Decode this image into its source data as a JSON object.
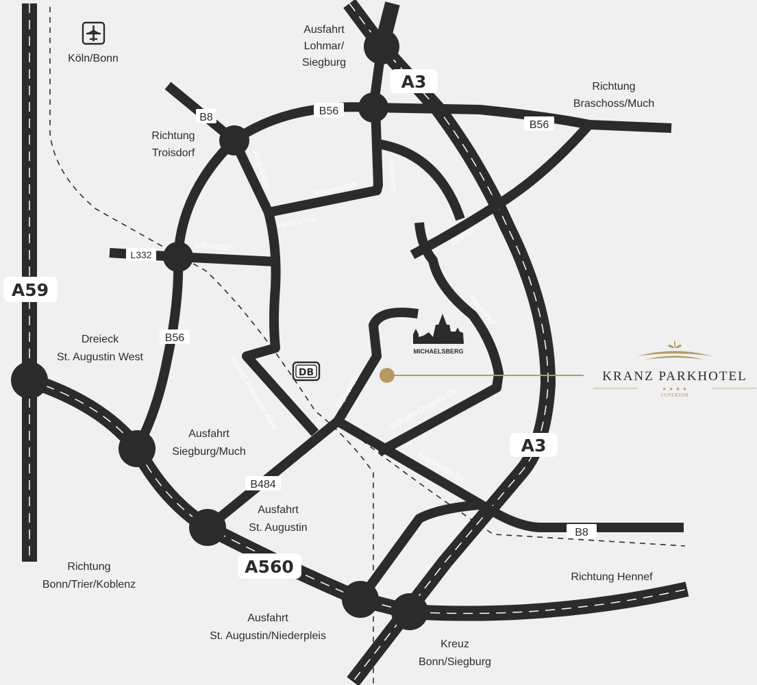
{
  "map": {
    "colors": {
      "background": "#f0f0f0",
      "road": "#2b2b2b",
      "centerline": "#ffffff",
      "rail": "#2b2b2b",
      "hotel_accent": "#b59a62"
    },
    "places": {
      "airport": "Köln/Bonn",
      "lohmar_1": "Ausfahrt",
      "lohmar_2": "Lohmar/",
      "lohmar_3": "Siegburg",
      "braschoss_1": "Richtung",
      "braschoss_2": "Braschoss/Much",
      "troisdorf_1": "Richtung",
      "troisdorf_2": "Troisdorf",
      "dreieck_1": "Dreieck",
      "dreieck_2": "St. Augustin West",
      "siegburg_much_1": "Ausfahrt",
      "siegburg_much_2": "Siegburg/Much",
      "st_augustin_1": "Ausfahrt",
      "st_augustin_2": "St. Augustin",
      "bonn_1": "Richtung",
      "bonn_2": "Bonn/Trier/Koblenz",
      "niederpleis_1": "Ausfahrt",
      "niederpleis_2": "St. Augustin/Niederpleis",
      "kreuz_1": "Kreuz",
      "kreuz_2": "Bonn/Siegburg",
      "hennef": "Richtung Hennef"
    },
    "streets": {
      "augustastr": "Augustastr.",
      "johannesstr": "Johannesstr.",
      "aulgasse": "Aulgasse",
      "heinrichstr": "Heinrichstr.",
      "wilhelmstr": "Wilhelmstr.",
      "zeithstr": "Zeithstr",
      "neuenhof": "Neuenhof",
      "konrad": "Konrad-Adenauer-Allee",
      "muehlenstr": "Mühlenstr.",
      "wilhelm_ostwald": "Wilhelm-Ostwald-Str.",
      "frankfurter": "Frankfurter Str."
    },
    "road_shields": {
      "b56_top": "B56",
      "b8_top": "B8",
      "b56_right": "B56",
      "l332": "L332",
      "b56_left": "B56",
      "b484": "B484",
      "b8_bottom": "B8"
    },
    "highway_shields": {
      "a3_top": "A3",
      "a59": "A59",
      "a3_right": "A3",
      "a560": "A560"
    },
    "rail_label": "DB",
    "landmark": "MICHAELSBERG",
    "hotel": {
      "name": "KRANZ PARKHOTEL",
      "stars": "★ ★ ★ ★",
      "category": "SUPERIOR"
    },
    "icons": [
      "airport-icon",
      "michaelsberg-abbey-icon",
      "hotel-marker-icon",
      "hotel-logo-leaf-icon"
    ]
  }
}
